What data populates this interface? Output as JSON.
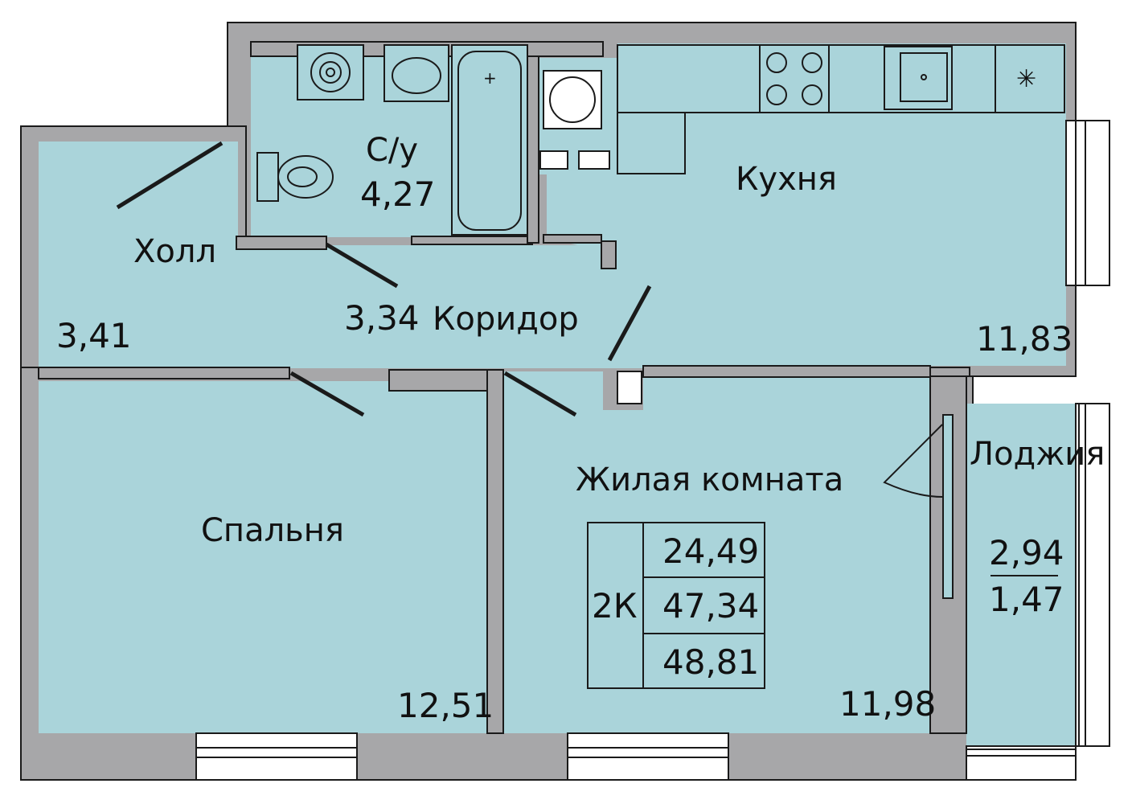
{
  "rooms": {
    "hall": {
      "label": "Холл",
      "area": "3,41"
    },
    "bathroom": {
      "label": "С/у",
      "area": "4,27"
    },
    "kitchen": {
      "label": "Кухня",
      "area": "11,83"
    },
    "corridor": {
      "label": "Коридор",
      "area": "3,34"
    },
    "bedroom": {
      "label": "Спальня",
      "area": "12,51"
    },
    "living_room": {
      "label": "Жилая комната",
      "area": "11,98"
    },
    "loggia": {
      "label": "Лоджия",
      "area_full": "2,94",
      "area_reduced": "1,47"
    }
  },
  "summary": {
    "type": "2К",
    "living_area": "24,49",
    "total_area": "47,34",
    "total_with_loggia": "48,81"
  },
  "colors": {
    "floor": "#aad4da",
    "wall": "#a7a7a9",
    "line": "#1a1a1a"
  }
}
